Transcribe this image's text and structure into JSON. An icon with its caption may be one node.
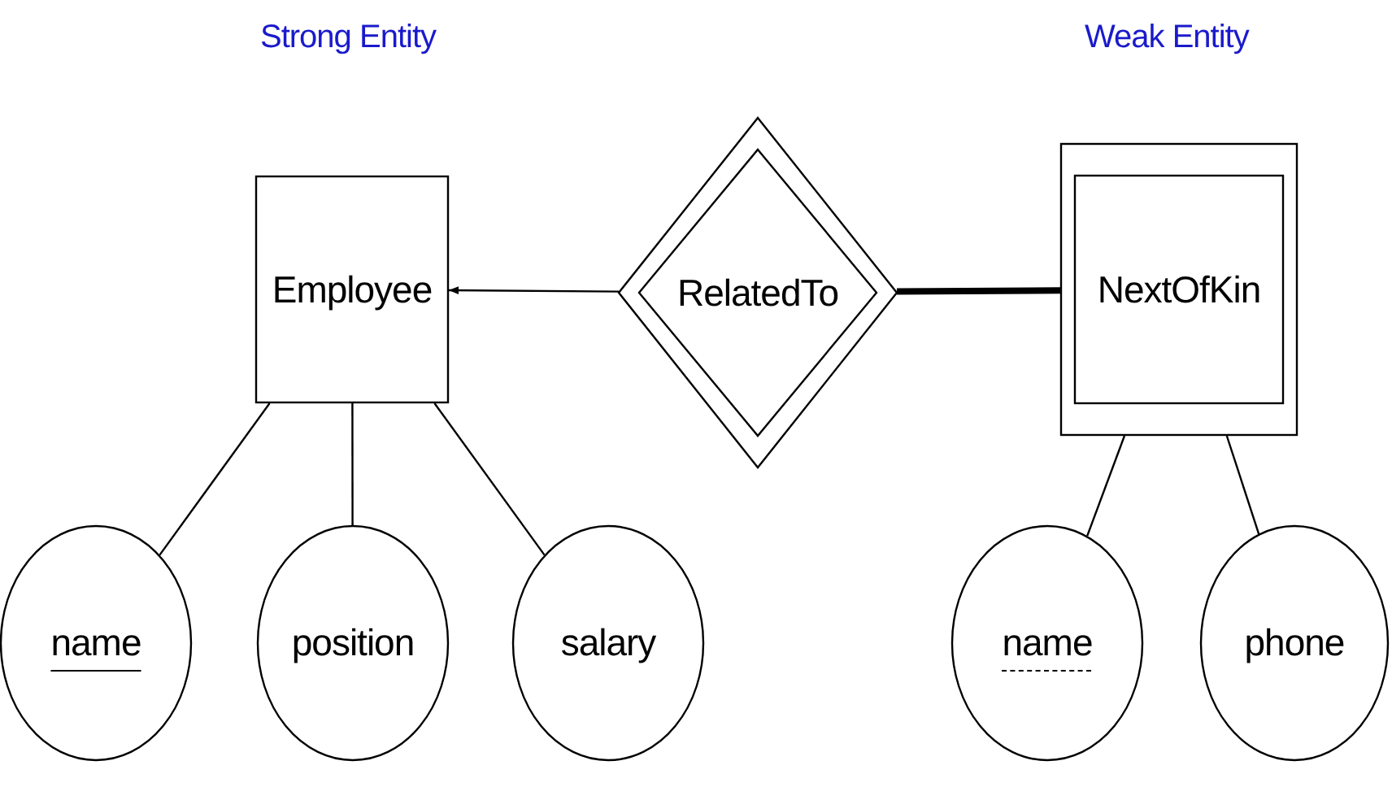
{
  "diagram": {
    "nodes": [
      {
        "text": [
          "Employee"
        ]
      },
      {
        "text": [
          "RelatedTo"
        ]
      },
      {
        "text": [
          "NextOfKin"
        ]
      },
      {
        "text": [
          "name"
        ]
      },
      {
        "text": [
          "position"
        ]
      },
      {
        "text": [
          "salary"
        ]
      },
      {
        "text": [
          "name"
        ]
      },
      {
        "text": [
          "phone"
        ]
      }
    ],
    "edges": [
      {
        "from": 1,
        "to": 0,
        "arrow": "to"
      },
      {
        "from": 1,
        "to": 2,
        "arrow": "none",
        "style": "thick"
      },
      {
        "from": 0,
        "to": 3,
        "arrow": "none"
      },
      {
        "from": 0,
        "to": 4,
        "arrow": "none"
      },
      {
        "from": 0,
        "to": 5,
        "arrow": "none"
      },
      {
        "from": 2,
        "to": 6,
        "arrow": "none"
      },
      {
        "from": 2,
        "to": 7,
        "arrow": "none"
      }
    ],
    "labels": [
      "Strong Entity",
      "Weak Entity"
    ]
  }
}
